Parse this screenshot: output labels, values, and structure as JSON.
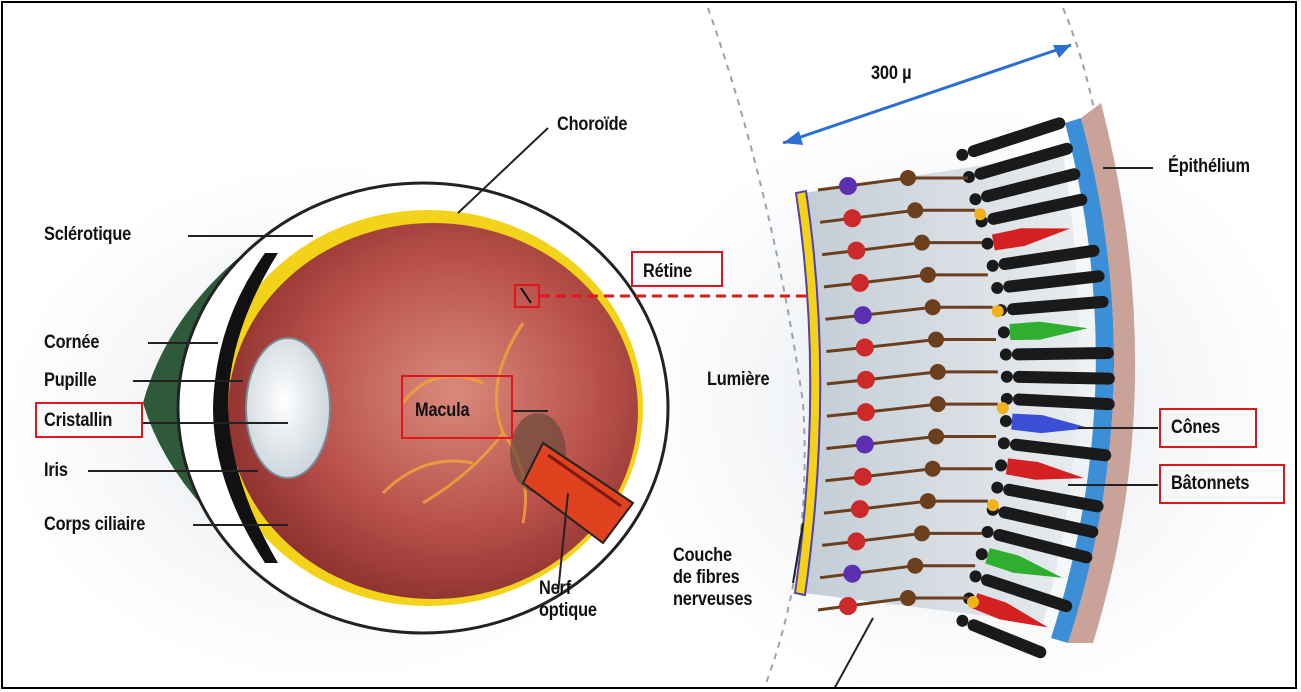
{
  "labels": {
    "choroide": "Choroïde",
    "sclerotique": "Sclérotique",
    "cornee": "Cornée",
    "pupille": "Pupille",
    "cristallin": "Cristallin",
    "iris": "Iris",
    "corps_ciliaire": "Corps ciliaire",
    "macula": "Macula",
    "retine": "Rétine",
    "nerf_optique": "Nerf\noptique",
    "scale": "300 µ",
    "epithelium": "Épithélium",
    "lumiere": "Lumière",
    "cones": "Cônes",
    "batonnets": "Bâtonnets",
    "couche": "Couche\nde fibres\nnerveuses"
  },
  "highlighted": [
    "cristallin",
    "macula",
    "retine",
    "cones",
    "batonnets"
  ],
  "colors": {
    "highlight_border": "#e0151d",
    "sclera": "#ffffff",
    "choroid": "#f3d21a",
    "eyeball_interior": "#b8504a",
    "cornea_green": "#2f5a3a",
    "optic_nerve": "#e0411f",
    "epithelium_band": "#3b8fd6",
    "epithelium_cells": "#c9a29a",
    "cone_red": "#d42020",
    "cone_green": "#2fae2f",
    "cone_blue": "#3a4fd6",
    "rod_black": "#1a1a1a",
    "bipolar_brown": "#6b3e1e",
    "ganglion_red": "#cc2a2a",
    "ganglion_purple": "#5a2fb0",
    "scale_arrow": "#2b6fd0"
  }
}
